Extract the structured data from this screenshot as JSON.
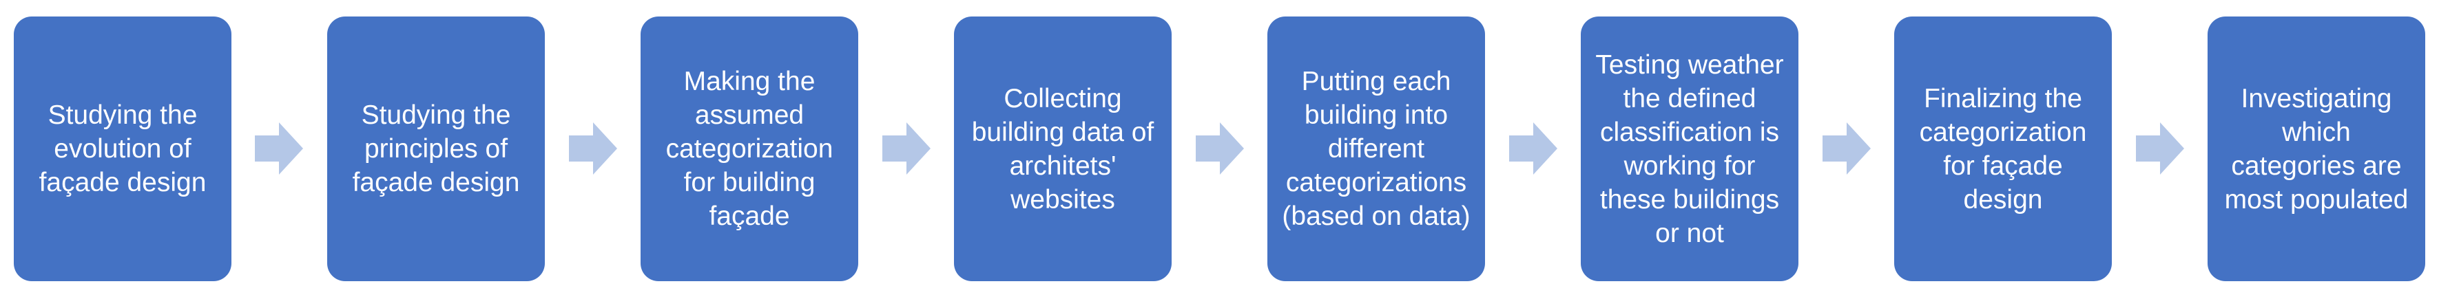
{
  "diagram": {
    "steps": [
      "Studying the evolution of façade design",
      "Studying the principles of façade design",
      "Making the assumed categorization for building façade",
      "Collecting building data of architets' websites",
      "Putting each building into different categorizations (based on data)",
      "Testing weather the defined classification is working for these buildings or not",
      "Finalizing the categorization for façade design",
      "Investigating which categories are most populated"
    ],
    "colors": {
      "box": "#4472c4",
      "box_text": "#ffffff",
      "arrow": "#b4c7e7"
    },
    "connector_icon": "right-arrow-icon"
  }
}
